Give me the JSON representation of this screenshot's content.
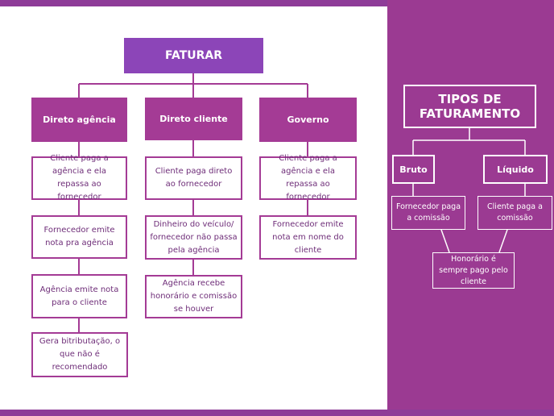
{
  "colors": {
    "accent": "#a43b95",
    "title": "#8c45b8",
    "panel": "#9b3a92",
    "text": "#6e2d78"
  },
  "left": {
    "title": "FATURAR",
    "columns": [
      {
        "header": "Direto agência",
        "items": [
          "Cliente paga a agência e ela repassa ao fornecedor",
          "Fornecedor emite nota pra agência",
          "Agência emite nota para o cliente",
          "Gera bitributação, o que não é recomendado"
        ]
      },
      {
        "header": "Direto cliente",
        "items": [
          "Cliente paga direto ao fornecedor",
          "Dinheiro do veículo/ fornecedor não passa pela agência",
          "Agência recebe honorário e comissão se houver"
        ]
      },
      {
        "header": "Governo",
        "items": [
          "Cliente paga a agência e ela repassa ao fornecedor",
          "Fornecedor emite nota em nome do cliente"
        ]
      }
    ]
  },
  "right": {
    "title": "TIPOS DE FATURAMENTO",
    "bruto": {
      "header": "Bruto",
      "desc": "Fornecedor paga a comissão"
    },
    "liquido": {
      "header": "Líquido",
      "desc": "Cliente paga a comissão"
    },
    "shared": "Honorário é sempre pago pelo cliente"
  }
}
